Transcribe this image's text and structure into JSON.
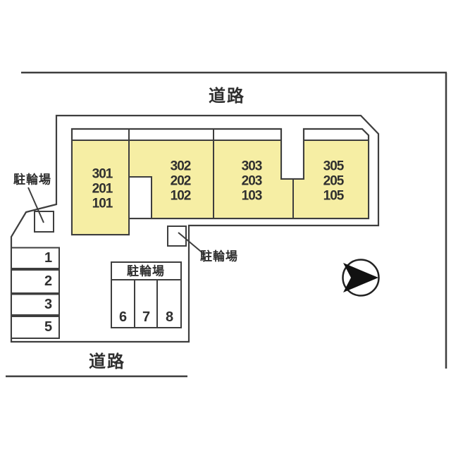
{
  "plan": {
    "title_hint": "apartment site plan",
    "roads": {
      "top_label": "道路",
      "bottom_label": "道路"
    },
    "bicycle_parking": {
      "left_label": "駐輪場",
      "center_label": "駐輪場",
      "box_header": "駐輪場",
      "stalls": [
        "6",
        "7",
        "8"
      ]
    },
    "parking_spaces": [
      "1",
      "2",
      "3",
      "5"
    ],
    "building": {
      "rooms": [
        {
          "units": [
            "301",
            "201",
            "101"
          ]
        },
        {
          "units": [
            "302",
            "202",
            "102"
          ]
        },
        {
          "units": [
            "303",
            "203",
            "103"
          ]
        },
        {
          "units": [
            "305",
            "205",
            "105"
          ]
        }
      ]
    },
    "icons": {
      "compass": "arrow-right-in-circle"
    },
    "colors": {
      "room_fill": "#F6EEA4",
      "line": "#3E3E3E",
      "arrow_fill": "#111111",
      "background": "#FFFFFF"
    }
  }
}
